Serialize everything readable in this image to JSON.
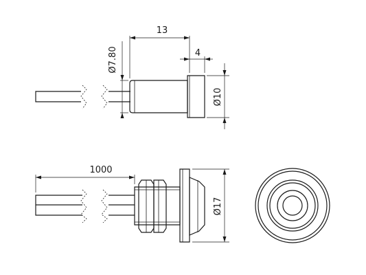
{
  "drawing": {
    "top_view": {
      "dim_length": "13",
      "dim_flange": "4",
      "dim_body_diameter": "Ø7.80",
      "dim_flange_diameter": "Ø10"
    },
    "bottom_view": {
      "dim_cable_length": "1000",
      "dim_bezel_diameter": "Ø17"
    }
  }
}
